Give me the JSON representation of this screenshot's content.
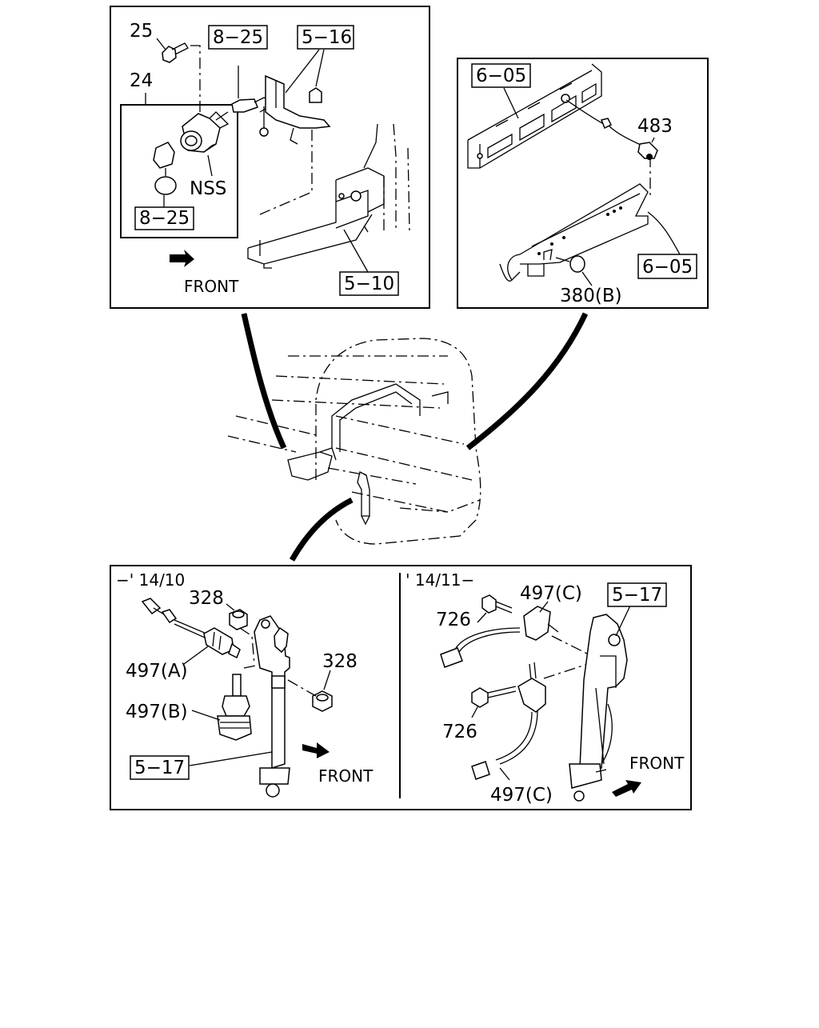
{
  "panels": {
    "top_left": {
      "labels": {
        "p25": "25",
        "p24": "24",
        "nss": "NSS",
        "front": "FRONT"
      },
      "boxed": {
        "ref_8_25_a": "8−25",
        "ref_5_16": "5−16",
        "ref_8_25_b": "8−25",
        "ref_5_10": "5−10"
      }
    },
    "top_right": {
      "labels": {
        "p483": "483",
        "p380b": "380(B)"
      },
      "boxed": {
        "ref_6_05_a": "6−05",
        "ref_6_05_b": "6−05"
      }
    },
    "bottom_left": {
      "period": "−' 14/10",
      "labels": {
        "p328_a": "328",
        "p328_b": "328",
        "p497a": "497(A)",
        "p497b": "497(B)",
        "front": "FRONT"
      },
      "boxed": {
        "ref_5_17": "5−17"
      }
    },
    "bottom_right": {
      "period": "' 14/11−",
      "labels": {
        "p497c_a": "497(C)",
        "p497c_b": "497(C)",
        "p726_a": "726",
        "p726_b": "726",
        "front": "FRONT"
      },
      "boxed": {
        "ref_5_17": "5−17"
      }
    }
  }
}
